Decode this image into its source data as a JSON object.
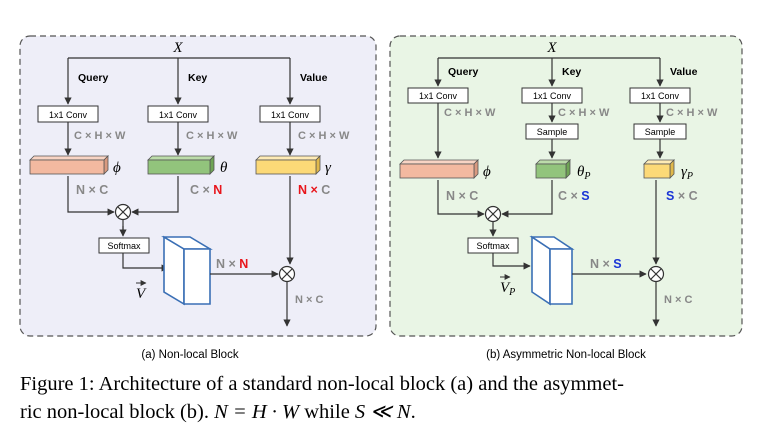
{
  "figure": {
    "panel_a": {
      "caption": "(a) Non-local Block",
      "input": "X",
      "branches": {
        "query": {
          "label": "Query",
          "conv": "1x1 Conv",
          "dims": "C × H × W",
          "symbol": "ϕ",
          "shape_prefix": "N × ",
          "shape_suffix": "C"
        },
        "key": {
          "label": "Key",
          "conv": "1x1 Conv",
          "dims": "C × H × W",
          "symbol": "θ",
          "shape_prefix": "C × ",
          "shape_suffix": "N"
        },
        "value": {
          "label": "Value",
          "conv": "1x1 Conv",
          "dims": "C × H × W",
          "symbol": "γ",
          "shape_prefix": "N × ",
          "shape_suffix": "C"
        }
      },
      "softmax": "Softmax",
      "vector": "V",
      "attention_prefix": "N × ",
      "attention_suffix": "N",
      "output": "N × C"
    },
    "panel_b": {
      "caption": "(b) Asymmetric Non-local Block",
      "input": "X",
      "branches": {
        "query": {
          "label": "Query",
          "conv": "1x1 Conv",
          "dims": "C × H × W",
          "symbol": "ϕ",
          "shape_prefix": "N × ",
          "shape_suffix": "C"
        },
        "key": {
          "label": "Key",
          "conv": "1x1 Conv",
          "dims": "C × H × W",
          "sample": "Sample",
          "symbol": "θ",
          "symbol_sub": "P",
          "shape_prefix": "C × ",
          "shape_suffix": "S"
        },
        "value": {
          "label": "Value",
          "conv": "1x1 Conv",
          "dims": "C × H × W",
          "sample": "Sample",
          "symbol": "γ",
          "symbol_sub": "P",
          "shape_prefix": "",
          "shape_suffix": "S × C"
        }
      },
      "softmax": "Softmax",
      "vector": "V",
      "vector_sub": "P",
      "attention_prefix": "N × ",
      "attention_suffix": "S",
      "output": "N × C"
    },
    "colors": {
      "panel_a_bg": "#eeeef8",
      "panel_b_bg": "#e9f5e5",
      "query": "#f3b9a0",
      "key": "#92c47c",
      "value": "#fcd977",
      "highlight_n": "#e8151b",
      "highlight_s": "#1a35d6",
      "attention_map": "#3a6fb5"
    }
  },
  "caption": {
    "prefix": "Figure 1: Architecture of a standard non-local block (a) and the asymmet-",
    "line2_start": "ric non-local block (b). ",
    "eq1": "N = H · W",
    "mid": " while ",
    "eq2": "S ≪ N",
    "end": "."
  }
}
